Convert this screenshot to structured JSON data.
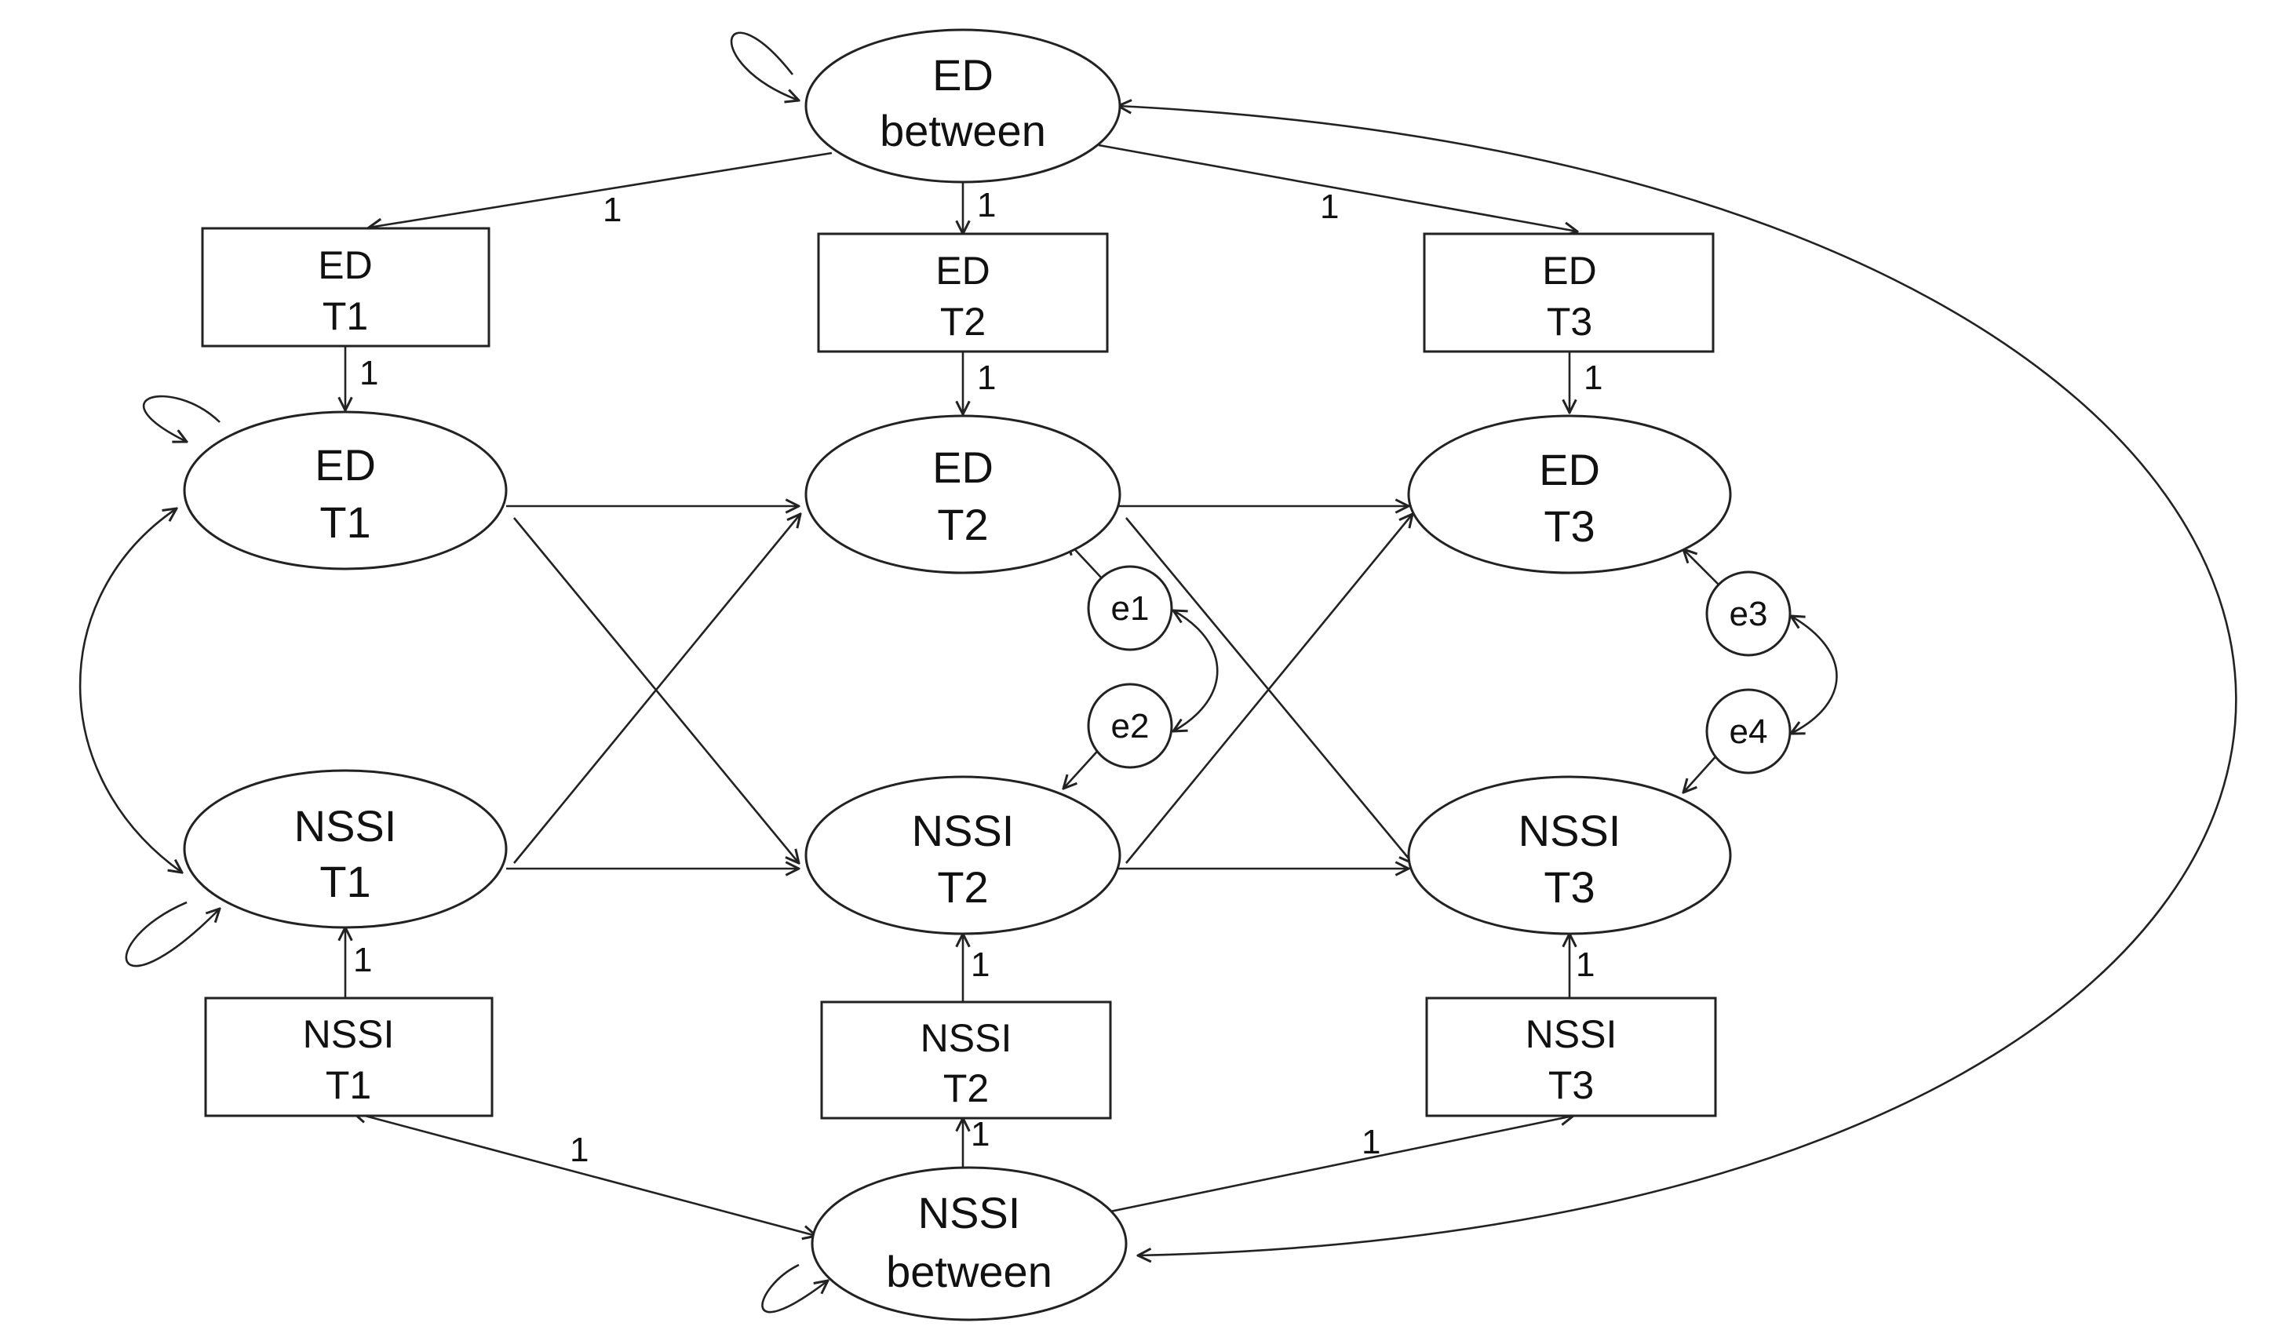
{
  "nodes": {
    "ed_between": [
      "ED",
      "between"
    ],
    "nssi_between": [
      "NSSI",
      "between"
    ],
    "ed_lat_t1": [
      "ED",
      "T1"
    ],
    "ed_lat_t2": [
      "ED",
      "T2"
    ],
    "ed_lat_t3": [
      "ED",
      "T3"
    ],
    "nssi_lat_t1": [
      "NSSI",
      "T1"
    ],
    "nssi_lat_t2": [
      "NSSI",
      "T2"
    ],
    "nssi_lat_t3": [
      "NSSI",
      "T3"
    ],
    "ed_obs_t1": [
      "ED",
      "T1"
    ],
    "ed_obs_t2": [
      "ED",
      "T2"
    ],
    "ed_obs_t3": [
      "ED",
      "T3"
    ],
    "nssi_obs_t1": [
      "NSSI",
      "T1"
    ],
    "nssi_obs_t2": [
      "NSSI",
      "T2"
    ],
    "nssi_obs_t3": [
      "NSSI",
      "T3"
    ],
    "e1": "e1",
    "e2": "e2",
    "e3": "e3",
    "e4": "e4"
  },
  "weights": {
    "w_edb_t1": "1",
    "w_edb_t2": "1",
    "w_edb_t3": "1",
    "w_edobs_t1": "1",
    "w_edobs_t2": "1",
    "w_edobs_t3": "1",
    "w_nssiobs_t1": "1",
    "w_nssiobs_t2": "1",
    "w_nssiobs_t3": "1",
    "w_nssib_t1": "1",
    "w_nssib_t2": "1",
    "w_nssib_t3": "1"
  }
}
